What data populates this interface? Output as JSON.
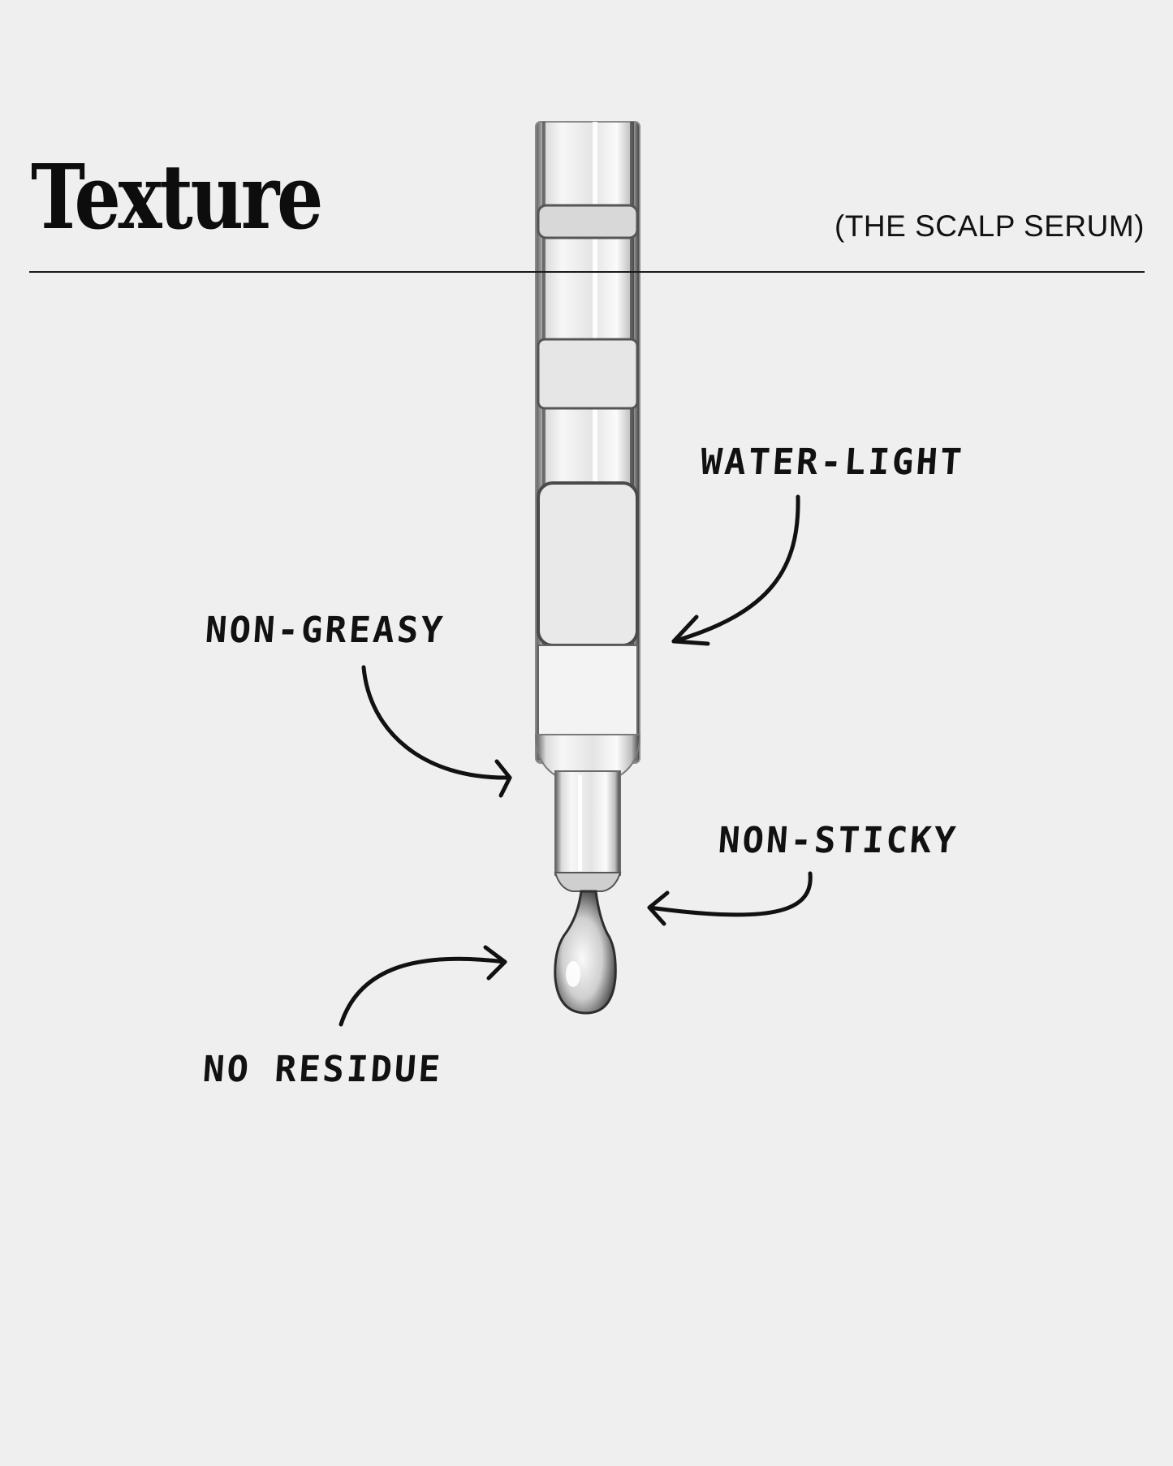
{
  "header": {
    "title": "Texture",
    "subtitle": "(THE SCALP SERUM)"
  },
  "annotations": {
    "water_light": "WATER-LIGHT",
    "non_greasy": "NON-GREASY",
    "non_sticky": "NON-STICKY",
    "no_residue": "NO RESIDUE"
  },
  "colors": {
    "background": "#efefef",
    "ink": "#111111"
  }
}
